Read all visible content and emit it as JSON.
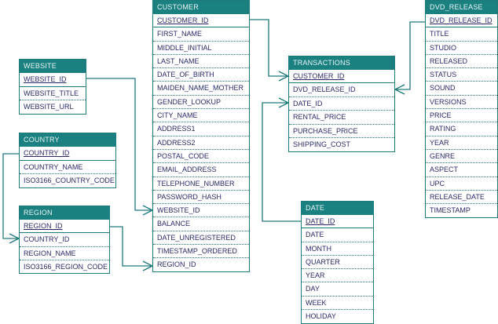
{
  "entities": {
    "customer": {
      "title": "CUSTOMER",
      "fields": [
        "CUSTOMER_ID",
        "FIRST_NAME",
        "MIDDLE_INITIAL",
        "LAST_NAME",
        "DATE_OF_BIRTH",
        "MAIDEN_NAME_MOTHER",
        "GENDER_LOOKUP",
        "CITY_NAME",
        "ADDRESS1",
        "ADDRESS2",
        "POSTAL_CODE",
        "EMAIL_ADDRESS",
        "TELEPHONE_NUMBER",
        "PASSWORD_HASH",
        "WEBSITE_ID",
        "BALANCE",
        "DATE_UNREGISTERED",
        "TIMESTAMP_ORDERED",
        "REGION_ID"
      ]
    },
    "website": {
      "title": "WEBSITE",
      "fields": [
        "WEBSITE_ID",
        "WEBSITE_TITLE",
        "WEBSITE_URL"
      ]
    },
    "country": {
      "title": "COUNTRY",
      "fields": [
        "COUNTRY_ID",
        "COUNTRY_NAME",
        "ISO3166_COUNTRY_CODE"
      ]
    },
    "region": {
      "title": "REGION",
      "fields": [
        "REGION_ID",
        "COUNTRY_ID",
        "REGION_NAME",
        "ISO3166_REGION_CODE"
      ]
    },
    "transactions": {
      "title": "TRANSACTIONS",
      "fields": [
        "CUSTOMER_ID",
        "DVD_RELEASE_ID",
        "DATE_ID",
        "RENTAL_PRICE",
        "PURCHASE_PRICE",
        "SHIPPING_COST"
      ]
    },
    "dvd_release": {
      "title": "DVD_RELEASE",
      "fields": [
        "DVD_RELEASE_ID",
        "TITLE",
        "STUDIO",
        "RELEASED",
        "STATUS",
        "SOUND",
        "VERSIONS",
        "PRICE",
        "RATING",
        "YEAR",
        "GENRE",
        "ASPECT",
        "UPC",
        "RELEASE_DATE",
        "TIMESTAMP"
      ]
    },
    "date": {
      "title": "DATE",
      "fields": [
        "DATE_ID",
        "DATE",
        "MONTH",
        "QUARTER",
        "YEAR",
        "DAY",
        "WEEK",
        "HOLIDAY"
      ]
    }
  },
  "colors": {
    "header": "#1a8080",
    "border": "#1f7a7a",
    "field_text": "#2a2a6a"
  }
}
